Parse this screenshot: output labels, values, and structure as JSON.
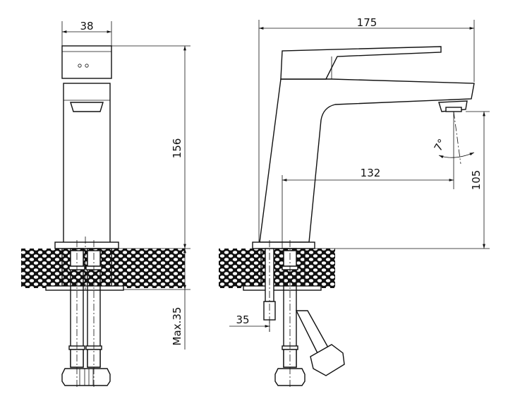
{
  "title": "Basin mixer technical drawing",
  "dimensions": {
    "width_front": "38",
    "height_total": "156",
    "max_counter": "Max.35",
    "length_total": "175",
    "spout_reach": "132",
    "spout_height": "105",
    "angle": "7°",
    "rod_offset": "35"
  }
}
